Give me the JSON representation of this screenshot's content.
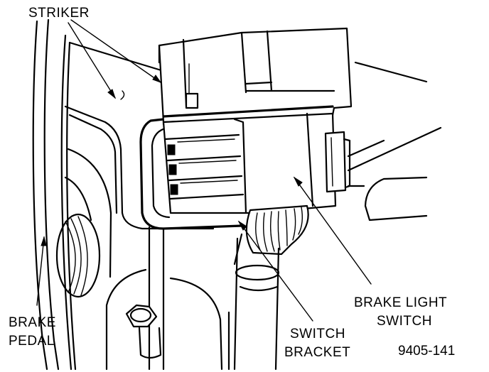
{
  "labels": {
    "striker": "STRIKER",
    "brake_pedal_line1": "BRAKE",
    "brake_pedal_line2": "PEDAL",
    "switch_bracket_line1": "SWITCH",
    "switch_bracket_line2": "BRACKET",
    "brake_light_switch_line1": "BRAKE LIGHT",
    "brake_light_switch_line2": "SWITCH"
  },
  "figure_code": "9405-141"
}
